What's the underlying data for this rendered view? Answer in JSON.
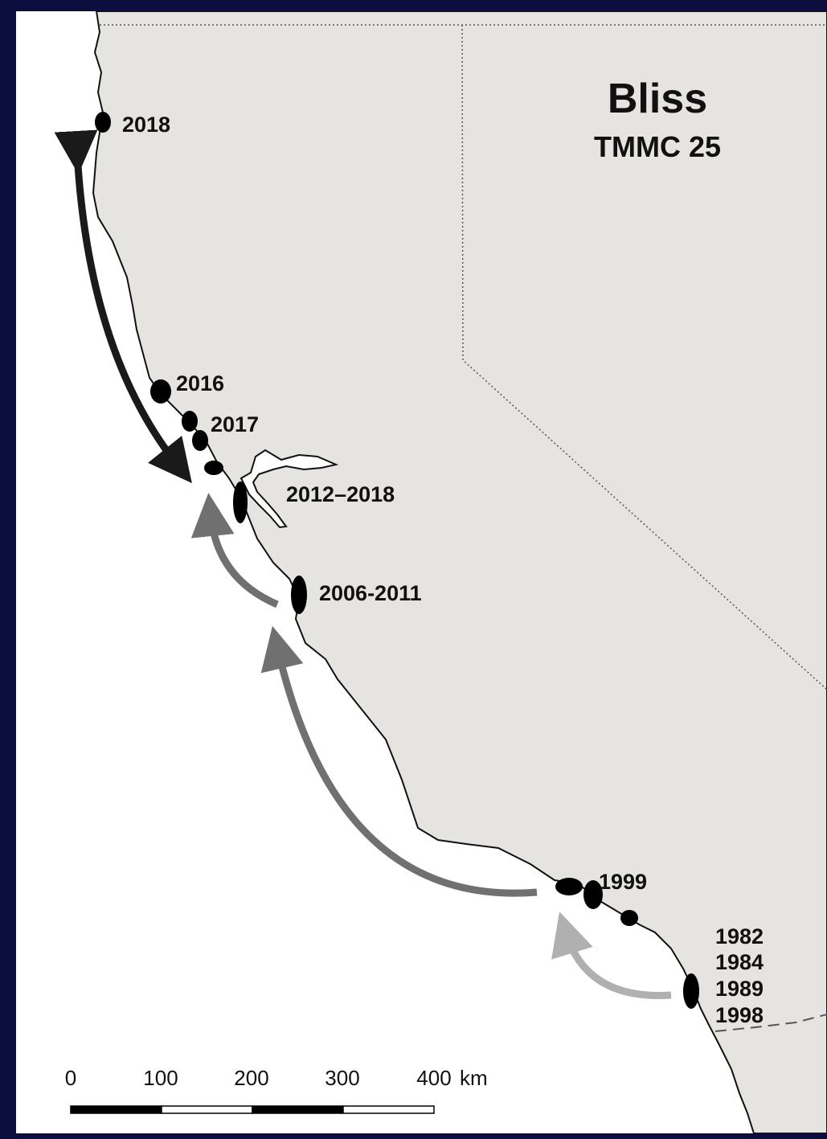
{
  "map": {
    "title": "Bliss",
    "subtitle": "TMMC 25",
    "colors": {
      "land": "#e6e4e1",
      "ocean": "#ffffff",
      "frame": "#0b0d3c",
      "arrow_dark": "#1a1a1a",
      "arrow_mid": "#707070",
      "arrow_light": "#b0b0b0",
      "sighting": "#000000"
    },
    "location_labels": {
      "y2018": "2018",
      "y2016": "2016",
      "y2017": "2017",
      "y2012_2018": "2012–2018",
      "y2006_2011": "2006-2011",
      "y1999": "1999",
      "y1982": "1982",
      "y1984": "1984",
      "y1989": "1989",
      "y1998": "1998"
    },
    "scale_bar": {
      "ticks": [
        "0",
        "100",
        "200",
        "300",
        "400"
      ],
      "unit": "km"
    }
  }
}
